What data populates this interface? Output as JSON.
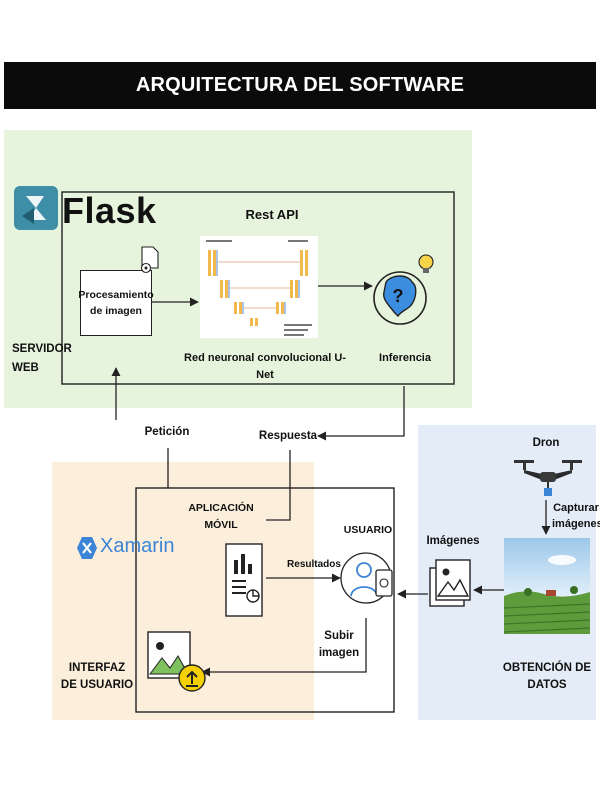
{
  "title": "ARQUITECTURA DEL SOFTWARE",
  "server": {
    "logo_text": "Flask",
    "api_label": "Rest API",
    "processing_label": "Procesamiento de imagen",
    "network_label": "Red neuronal convolucional U-Net",
    "inference_label": "Inferencia",
    "region_label": "SERVIDOR WEB"
  },
  "flows": {
    "request_label": "Petición",
    "response_label": "Respuesta",
    "results_label": "Resultados",
    "upload_label": "Subir imagen",
    "images_label": "Imágenes",
    "capture_label": "Capturar imágenes"
  },
  "client": {
    "logo_text": "Xamarin",
    "app_label": "APLICACIÓN MÓVIL",
    "region_label": "INTERFAZ DE USUARIO"
  },
  "user_label": "USUARIO",
  "data": {
    "drone_label": "Dron",
    "region_label": "OBTENCIÓN DE DATOS"
  },
  "colors": {
    "server_bg": "#e6f4de",
    "client_bg": "#fbefdb",
    "data_bg": "#e4ecf7",
    "flask_accent": "#3d8ea6",
    "xamarin_accent": "#3c84d6",
    "upload_yellow": "#f6d000"
  }
}
